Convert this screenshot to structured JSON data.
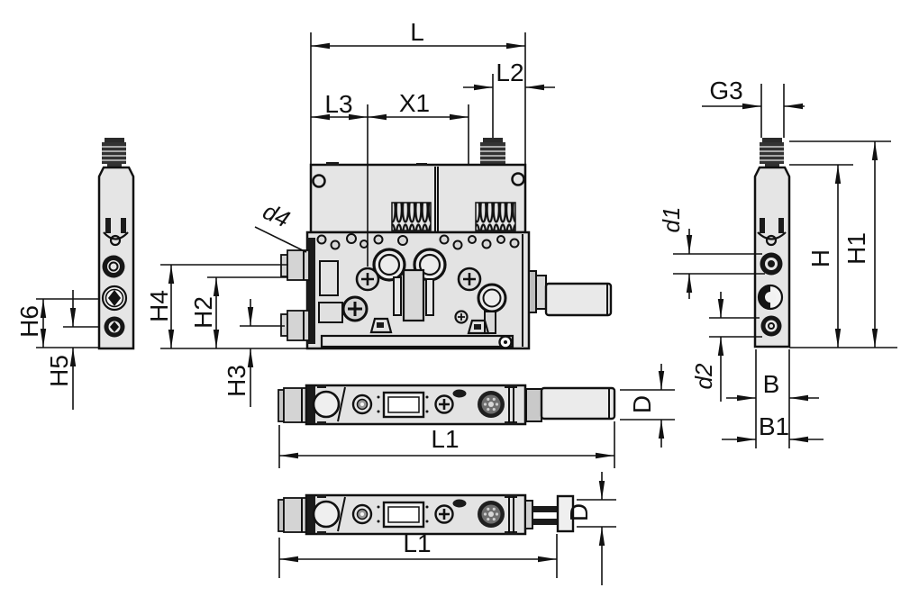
{
  "colors": {
    "background": "#ffffff",
    "line": "#111111",
    "body_fill": "#e5e5e5",
    "dark_fill": "#1b1b1b"
  },
  "labels": {
    "L": "L",
    "L1": "L1",
    "L2": "L2",
    "L3": "L3",
    "X1": "X1",
    "G3": "G3",
    "d1": "d1",
    "d2": "d2",
    "d4": "d4",
    "H": "H",
    "H1": "H1",
    "H2": "H2",
    "H3": "H3",
    "H4": "H4",
    "H5": "H5",
    "H6": "H6",
    "B": "B",
    "B1": "B1",
    "D": "D"
  }
}
